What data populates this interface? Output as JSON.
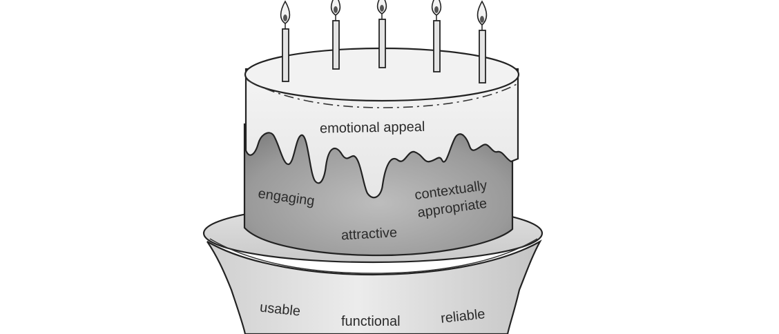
{
  "diagram": {
    "top_layer": {
      "label": "emotional appeal"
    },
    "middle_layer": {
      "labels": [
        {
          "id": "engaging",
          "text": "engaging"
        },
        {
          "id": "attractive",
          "text": "attractive"
        },
        {
          "id": "contextually",
          "text": "contextually"
        },
        {
          "id": "appropriate",
          "text": "appropriate"
        }
      ]
    },
    "base_layer": {
      "labels": [
        {
          "id": "usable",
          "text": "usable"
        },
        {
          "id": "functional",
          "text": "functional"
        },
        {
          "id": "reliable",
          "text": "reliable"
        }
      ]
    },
    "candles": 5
  }
}
